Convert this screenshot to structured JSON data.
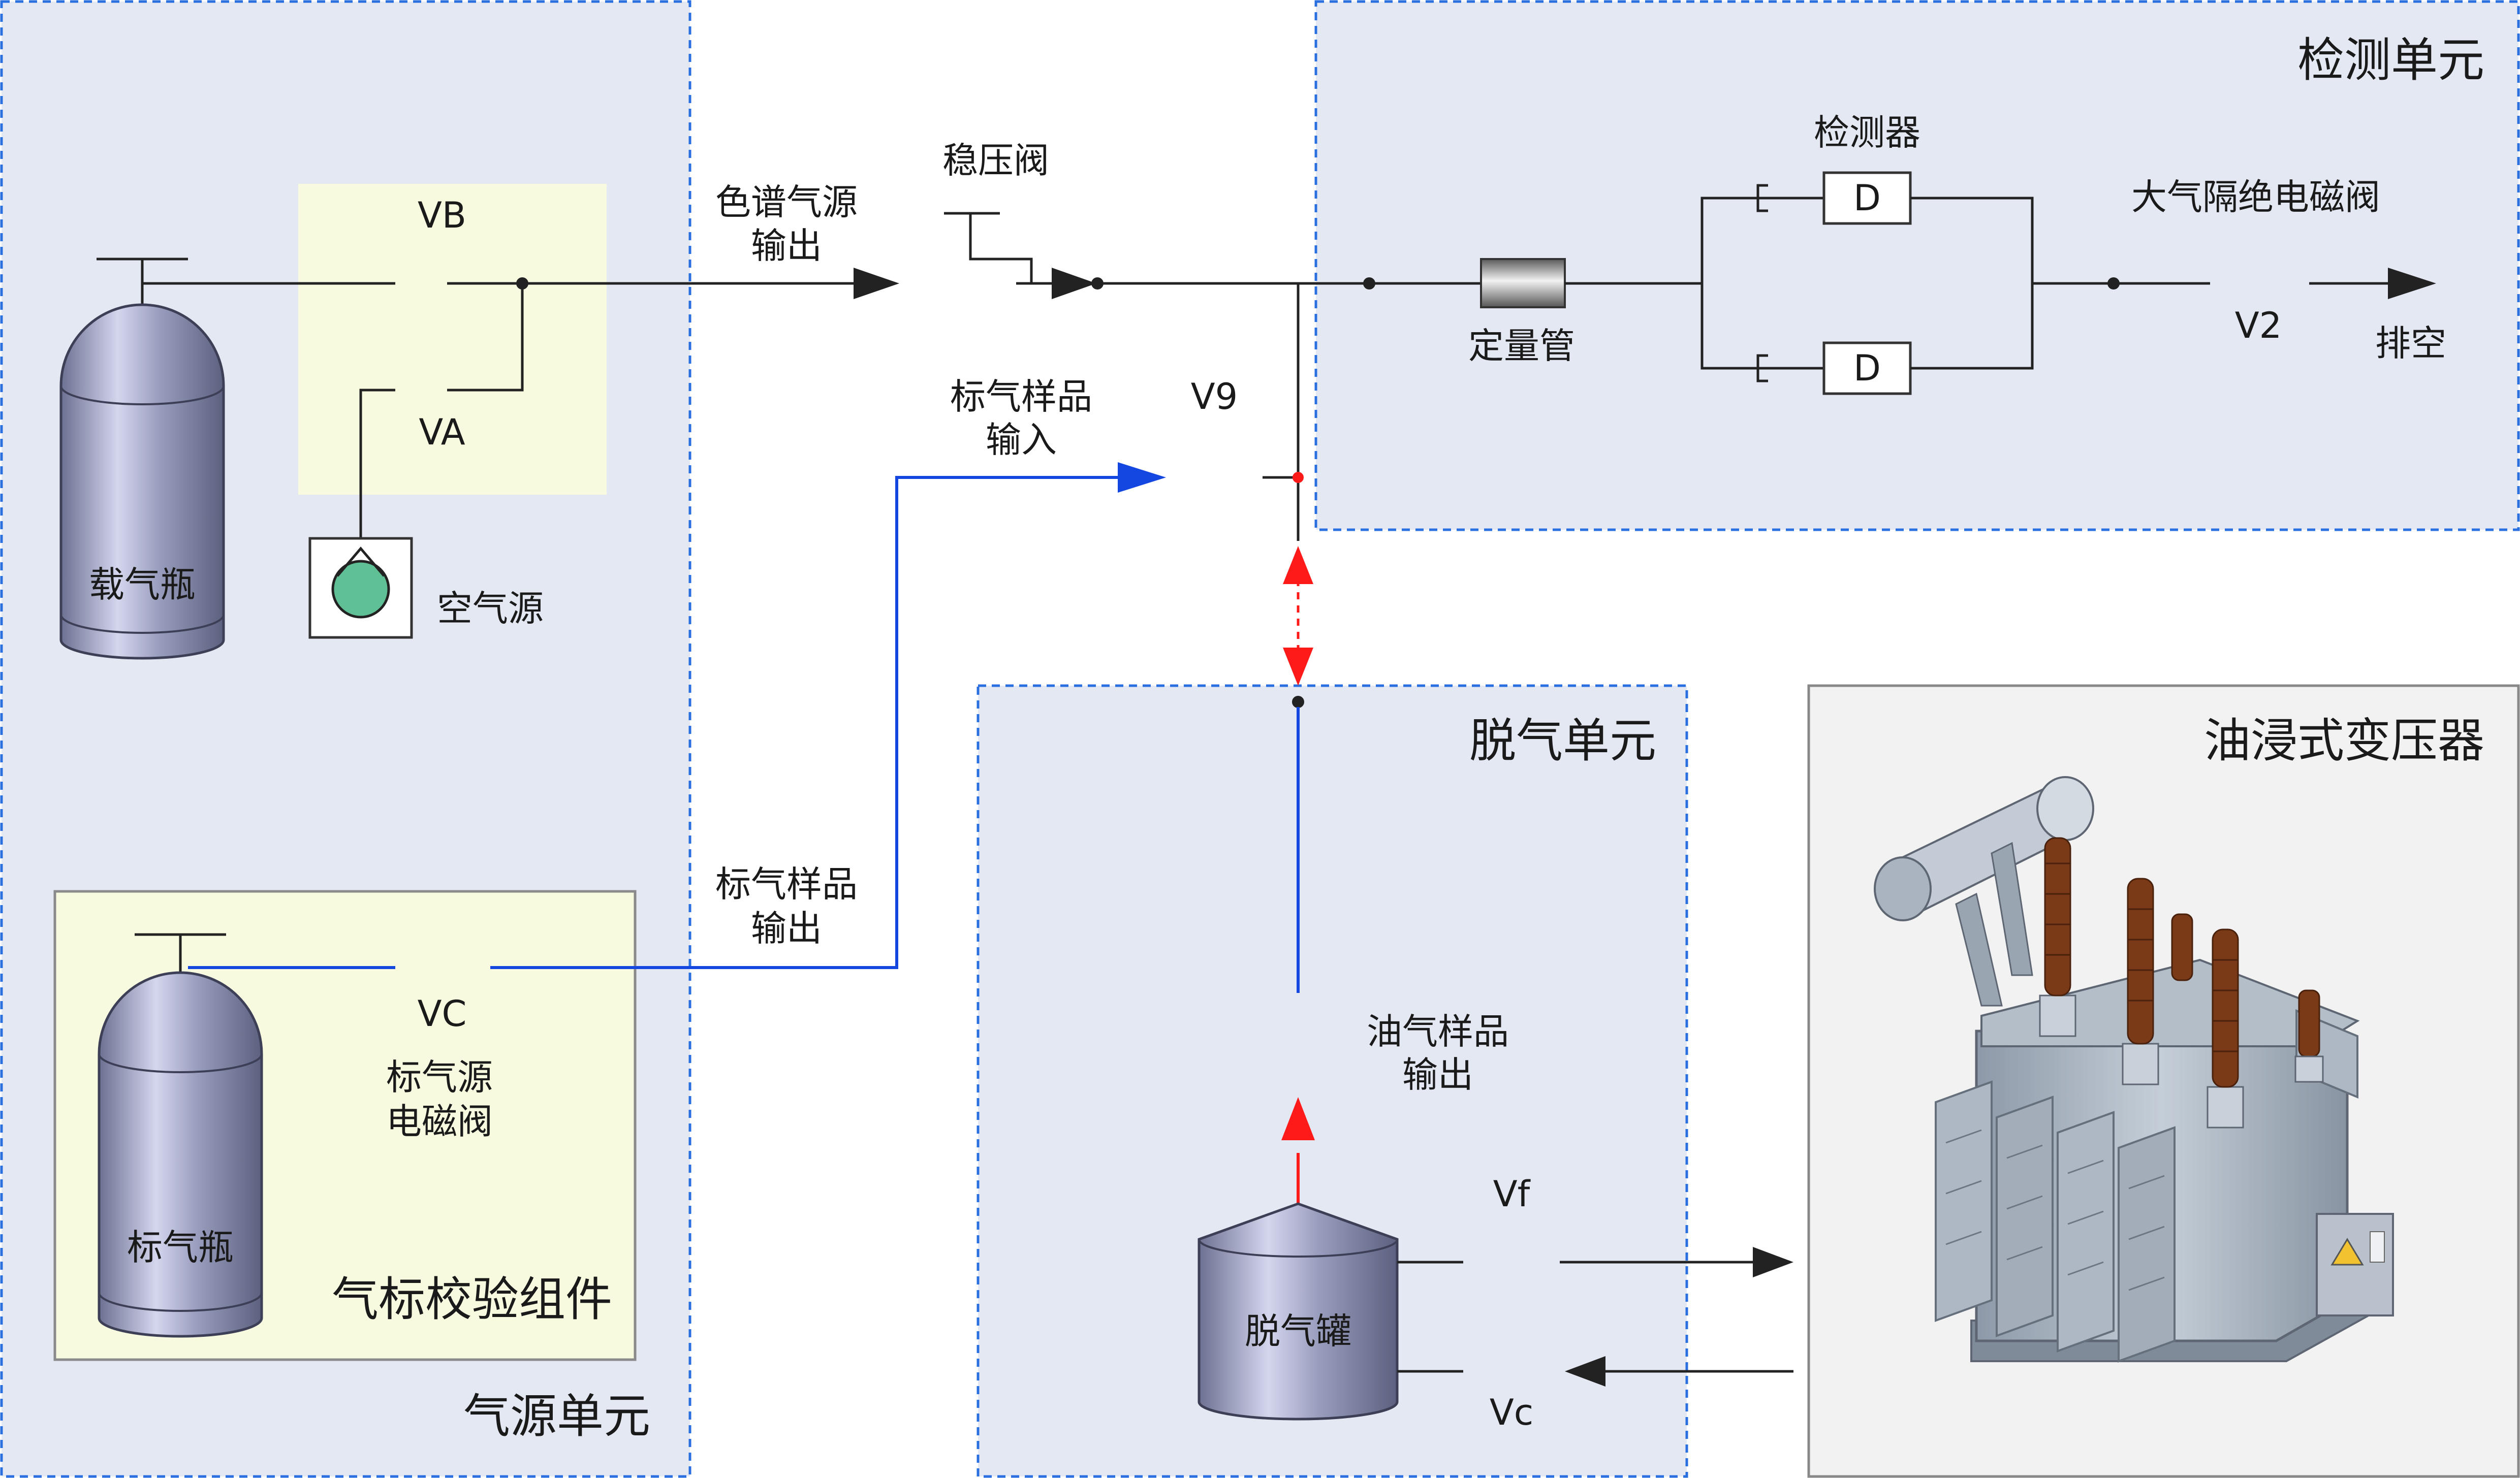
{
  "units": {
    "gas_source": "气源单元",
    "detection": "检测单元",
    "degassing": "脱气单元",
    "transformer": "油浸式变压器",
    "calibration": "气标校验组件"
  },
  "labels": {
    "vb": "VB",
    "va": "VA",
    "vc": "VC",
    "v9": "V9",
    "v2": "V2",
    "vf": "Vf",
    "vc_lower": "Vc",
    "carrier_bottle": "载气瓶",
    "air_source": "空气源",
    "std_bottle": "标气瓶",
    "std_valve_l1": "标气源",
    "std_valve_l2": "电磁阀",
    "chrom_out_l1": "色谱气源",
    "chrom_out_l2": "输出",
    "regulator": "稳压阀",
    "std_in_l1": "标气样品",
    "std_in_l2": "输入",
    "std_out_l1": "标气样品",
    "std_out_l2": "输出",
    "detector": "检测器",
    "det_d1": "D",
    "det_d2": "D",
    "quant_tube": "定量管",
    "iso_valve": "大气隔绝电磁阀",
    "vent": "排空",
    "oil_out_l1": "油气样品",
    "oil_out_l2": "输出",
    "degas_tank": "脱气罐"
  },
  "colors": {
    "box_fill": "#e4e8f2",
    "box_border": "#2a6fe0",
    "yellow_panel": "#f7fadf",
    "blue_line": "#1446e0",
    "red_arrow": "#ff1a1a",
    "tank": "#8e93b2",
    "air_bulb": "#5fbf95"
  }
}
